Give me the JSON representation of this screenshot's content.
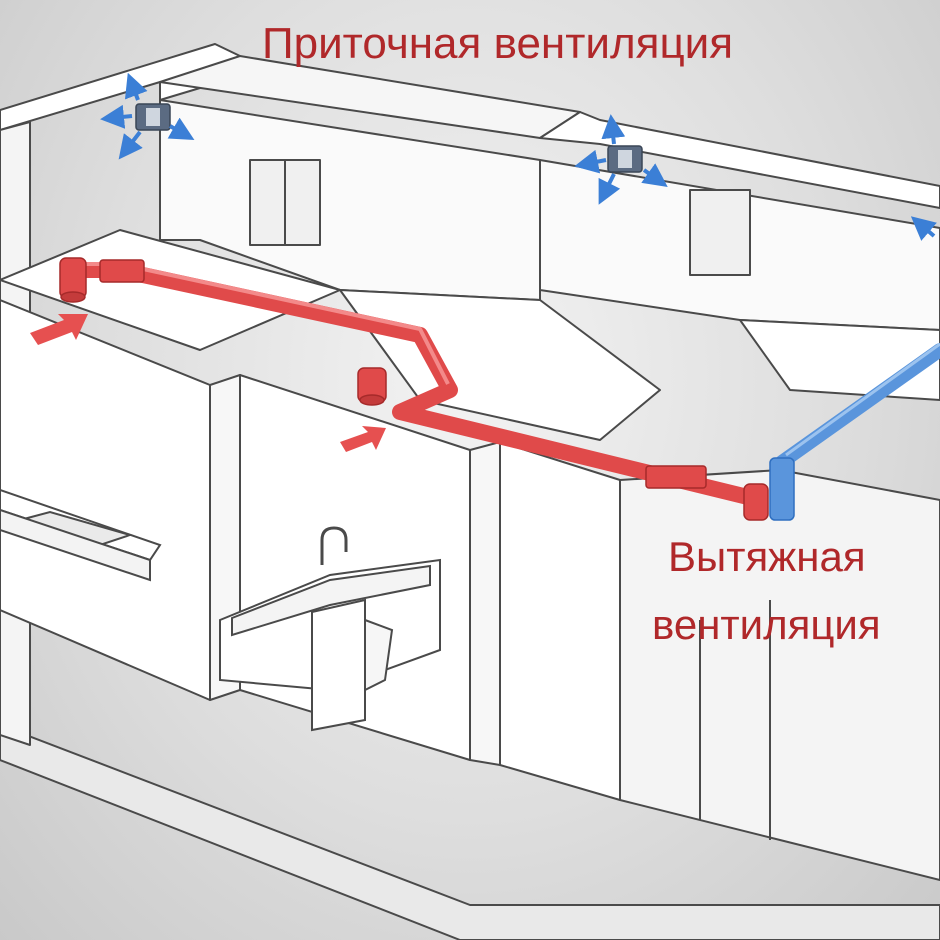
{
  "labels": {
    "supply_ventilation": "Приточная вентиляция",
    "exhaust_line1": "Вытяжная",
    "exhaust_line2": "вентиляция"
  },
  "colors": {
    "exhaust_duct": "#e04a4a",
    "supply_duct": "#5a95dc",
    "label_text": "#b0282a",
    "wall_fill": "#ffffff",
    "wall_stroke": "#4a4a4a"
  },
  "icons": [
    "wall-diffuser-icon",
    "blue-air-arrow-icon",
    "red-intake-arrow-icon"
  ]
}
